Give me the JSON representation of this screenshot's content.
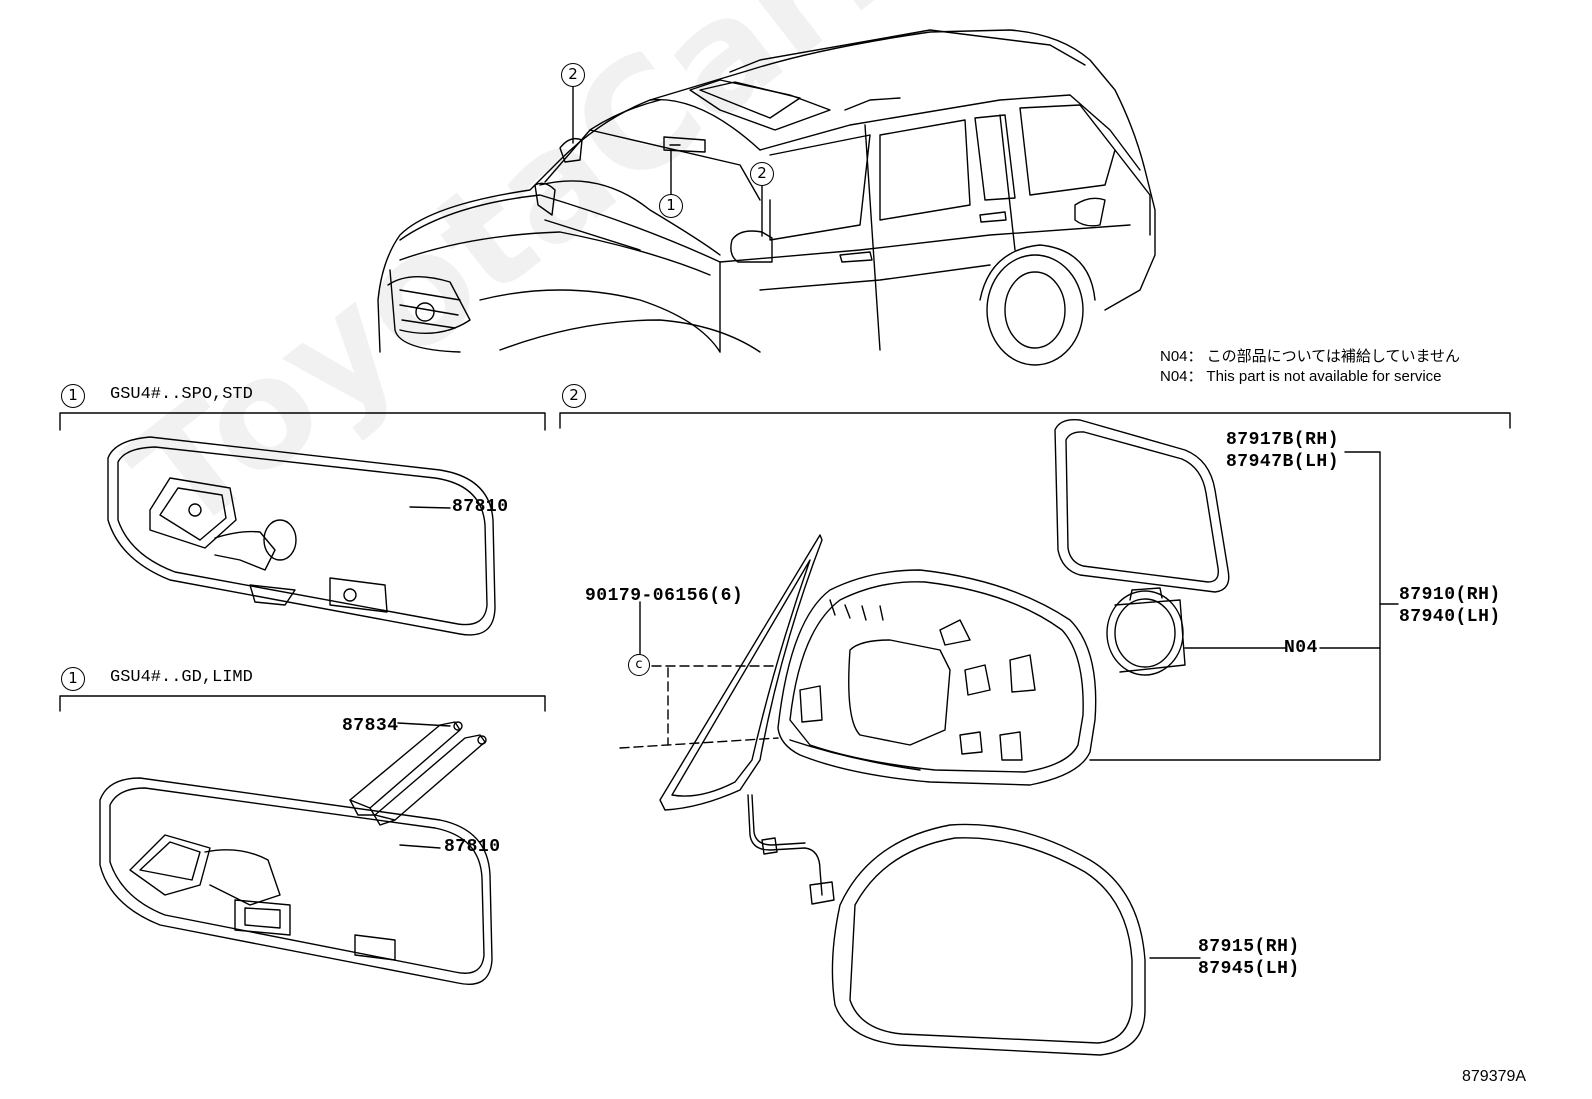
{
  "watermark": "ToyotaCarMine.ru",
  "vehicle_callouts": {
    "callout_1": "1",
    "callout_2_top": "2",
    "callout_2_side": "2"
  },
  "notes": {
    "jp": "N04： この部品については補給していません",
    "en": "N04： This part is not available for service"
  },
  "sections": {
    "s1": {
      "badge": "1",
      "title": "GSU4#..SPO,STD"
    },
    "s2": {
      "badge": "1",
      "title": "GSU4#..GD,LIMD"
    },
    "s3": {
      "badge": "2"
    }
  },
  "parts": {
    "mirror_inner_a": "87810",
    "holder": "87834",
    "mirror_inner_b": "87810",
    "screw": "90179-06156(6)",
    "screw_mark": "c",
    "glass_rh": "87917B(RH)",
    "glass_lh": "87947B(LH)",
    "assy_rh": "87910(RH)",
    "assy_lh": "87940(LH)",
    "actuator": "N04",
    "cover_rh": "87915(RH)",
    "cover_lh": "87945(LH)"
  },
  "figure_code": "879379A"
}
